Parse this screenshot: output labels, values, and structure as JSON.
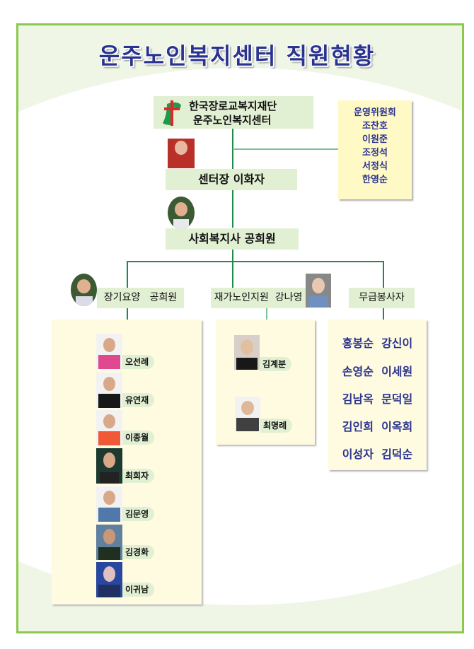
{
  "title": "운주노인복지센터 직원현황",
  "colors": {
    "frame_border": "#8cc84b",
    "frame_bg": "#eff6e6",
    "title_text": "#2a3490",
    "label_box": "#e1efd3",
    "panel_bg": "#fffbe0",
    "committee_bg": "#fff9c6",
    "connector": "#1f8a4a",
    "volunteer_text": "#2a3490"
  },
  "organization": {
    "line1": "한국장로교복지재단",
    "line2": "운주노인복지센터",
    "logo_icon": "cross-logo-icon"
  },
  "committee": {
    "title": "운영위원회",
    "members": [
      "조찬호",
      "이원준",
      "조정석",
      "서정식",
      "한영순"
    ]
  },
  "director": {
    "label": "센터장 이화자"
  },
  "social_worker": {
    "label": "사회복지사 공희원"
  },
  "departments": [
    {
      "label": "장기요양   공희원",
      "staff": [
        "오선례",
        "유연재",
        "이종월",
        "최희자",
        "김문영",
        "김경화",
        "이귀남"
      ]
    },
    {
      "label": "재가노인지원  강나영",
      "staff": [
        "김계분",
        "최명례"
      ]
    },
    {
      "label": "무급봉사자",
      "volunteers": [
        [
          "홍봉순",
          "강신이"
        ],
        [
          "손영순",
          "이세원"
        ],
        [
          "김남옥",
          "문덕일"
        ],
        [
          "김인희",
          "이옥희"
        ],
        [
          "이성자",
          "김덕순"
        ]
      ]
    }
  ]
}
